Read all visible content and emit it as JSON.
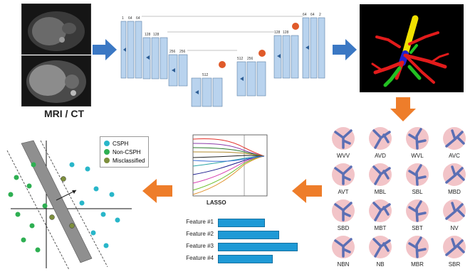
{
  "input": {
    "label": "MRI / CT"
  },
  "unet": {
    "channel_labels": [
      "1",
      "64",
      "64",
      "128",
      "128",
      "256",
      "256",
      "512",
      "512",
      "256",
      "128",
      "128",
      "64",
      "64",
      "2"
    ]
  },
  "legend": {
    "items": [
      {
        "label": "CSPH",
        "color": "#29b6c9"
      },
      {
        "label": "Non-CSPH",
        "color": "#2eaf52"
      },
      {
        "label": "Misclassified",
        "color": "#7d8f3c"
      }
    ]
  },
  "lasso": {
    "label": "LASSO"
  },
  "features": {
    "items": [
      {
        "label": "Feature #1",
        "value": 0.58
      },
      {
        "label": "Feature #2",
        "value": 0.76
      },
      {
        "label": "Feature #3",
        "value": 1.0
      },
      {
        "label": "Feature #4",
        "value": 0.68
      }
    ],
    "bar_color": "#1e9ad6"
  },
  "vessel_features": {
    "items": [
      "WVV",
      "AVD",
      "WVL",
      "AVC",
      "AVT",
      "MBL",
      "SBL",
      "MBD",
      "SBD",
      "MBT",
      "SBT",
      "NV",
      "NBN",
      "NB",
      "MBR",
      "SBR"
    ]
  },
  "colors": {
    "arrow_blue": "#3b78c4",
    "arrow_orange": "#ee7d2a",
    "unet_block": "#b9d3ee"
  }
}
